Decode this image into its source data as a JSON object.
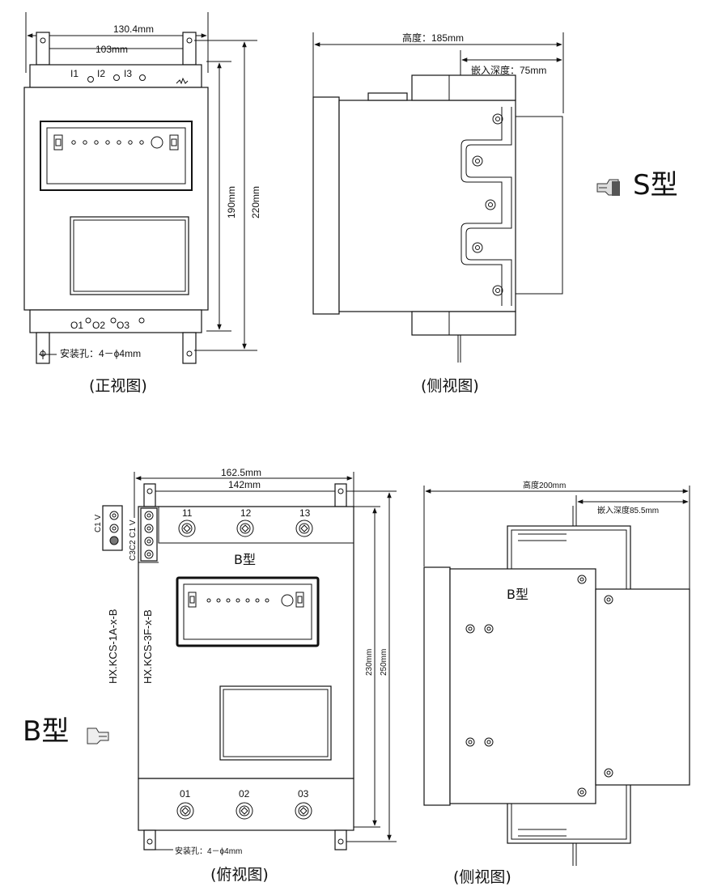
{
  "s_front": {
    "dim_outer_width": "130.4mm",
    "dim_hole_width": "103mm",
    "inputs": [
      "I1",
      "I2",
      "I3"
    ],
    "outputs": [
      "O1",
      "O2",
      "O3"
    ],
    "dim_body_height": "190mm",
    "dim_total_height": "220mm",
    "mount_hole": "安装孔：4－ϕ4mm",
    "caption": "(正视图)"
  },
  "s_side": {
    "dim_height": "高度：185mm",
    "dim_depth": "嵌入深度：75mm",
    "caption": "(侧视图)"
  },
  "s_type_label": "S型",
  "b_front": {
    "dim_outer_width": "162.5mm",
    "dim_hole_width": "142mm",
    "side_terminals_label": "C1 V",
    "side_terminals_label2": "C3C2 C1 V",
    "model_1": "HX.KCS-1A-x-B",
    "model_2": "HX.KCS-3F-x-B",
    "inputs": [
      "11",
      "12",
      "13"
    ],
    "outputs": [
      "01",
      "02",
      "03"
    ],
    "type_label": "B型",
    "dim_body_height": "230mm",
    "dim_total_height": "250mm",
    "mount_hole": "安装孔：4－ϕ4mm",
    "caption": "(俯视图)"
  },
  "b_side": {
    "dim_height": "高度200mm",
    "dim_depth": "嵌入深度85.5mm",
    "type_label": "B型",
    "caption": "(侧视图)"
  },
  "b_type_label": "B型",
  "icons": [
    "pointing-hand-left-icon",
    "pointing-hand-right-icon"
  ]
}
